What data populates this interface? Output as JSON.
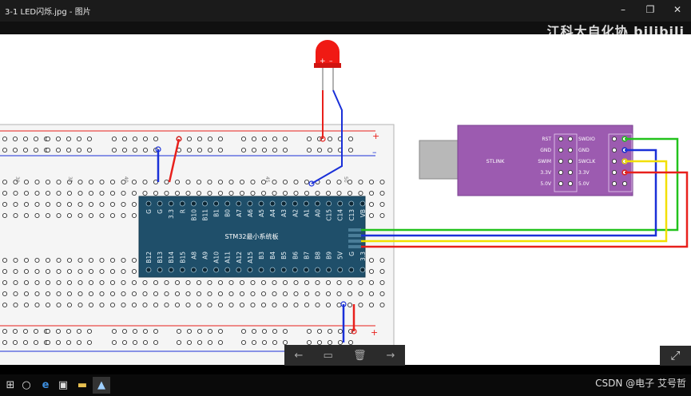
{
  "window": {
    "title": "3-1 LED闪烁.jpg - 图片",
    "minimize_glyph": "–",
    "maximize_glyph": "❐",
    "close_glyph": "✕"
  },
  "watermark": "江科大自化协 bilibili",
  "diagram": {
    "board_title": "STM32最小系统板",
    "top_pins": [
      "G",
      "G",
      "3.3",
      "R",
      "B10",
      "B11",
      "B1",
      "B0",
      "A7",
      "A6",
      "A5",
      "A4",
      "A3",
      "A2",
      "A1",
      "A0",
      "C15",
      "C14",
      "C13",
      "VB"
    ],
    "bottom_pins": [
      "B12",
      "B13",
      "B14",
      "B15",
      "A8",
      "A9",
      "A10",
      "A11",
      "A12",
      "A15",
      "B3",
      "B4",
      "B5",
      "B6",
      "B7",
      "B8",
      "B9",
      "5V",
      "G",
      "3.3"
    ],
    "side_pins": [
      "GND",
      "SWCLK",
      "SWDIO",
      "3V3"
    ],
    "breadboard_col_labels": [
      "50",
      "45",
      "40",
      "35",
      "30"
    ],
    "plus_sign": "+",
    "minus_sign": "–",
    "led_plus": "+",
    "led_minus": "–",
    "stlink": {
      "name": "STLINK",
      "left_labels": [
        "RST",
        "GND",
        "SWIM",
        "3.3V",
        "5.0V"
      ],
      "right_labels": [
        "SWDIO",
        "GND",
        "SWCLK",
        "3.3V",
        "5.0V"
      ]
    },
    "wire_colors": {
      "red": "#e8201c",
      "blue": "#1a30d8",
      "green": "#22c21c",
      "yellow": "#f2e000"
    }
  },
  "viewer_bar": {
    "prev": "←",
    "view": "▭",
    "delete": "🗑",
    "next": "→"
  },
  "expand_glyph": "⤢",
  "taskbar": {
    "start": "⊞",
    "search": "○",
    "edge": "e",
    "app1": "▣",
    "folder": "▬",
    "photos": "▲",
    "tray_text": "CSDN @电子 艾号哲"
  }
}
